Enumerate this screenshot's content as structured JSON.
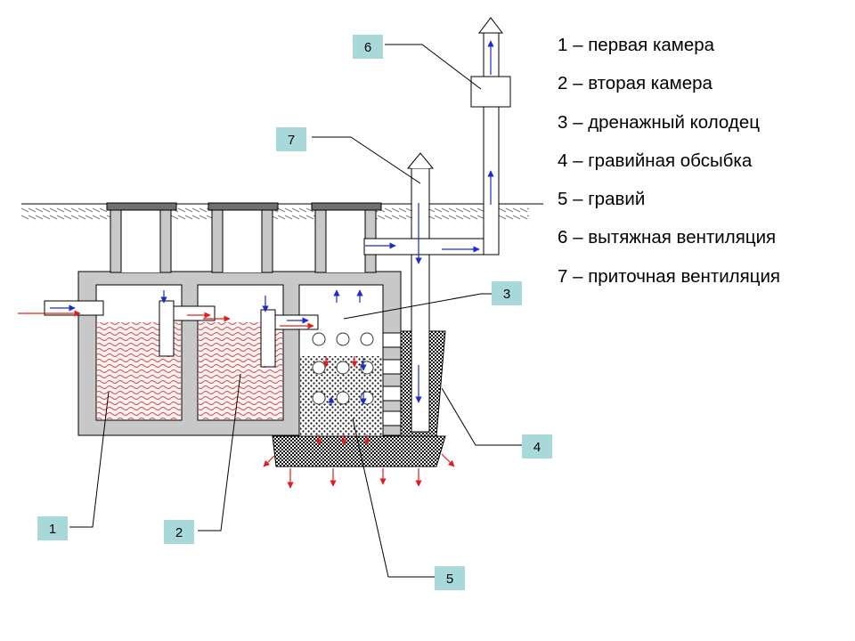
{
  "legend": {
    "items": [
      "1 – первая камера",
      "2 – вторая камера",
      "3 – дренажный колодец",
      "4 – гравийная обсыбка",
      "5 – гравий",
      "6 – вытяжная вентиляция",
      "7 – приточная вентиляция"
    ]
  },
  "callouts": {
    "c1": "1",
    "c2": "2",
    "c3": "3",
    "c4": "4",
    "c5": "5",
    "c6": "6",
    "c7": "7"
  },
  "colors": {
    "concrete": "#c8c8c8",
    "callout_box": "#a8d8d8",
    "liquid": "#c84a4a",
    "water_flow": "#e0201e",
    "air_flow": "#1c2cc8"
  }
}
